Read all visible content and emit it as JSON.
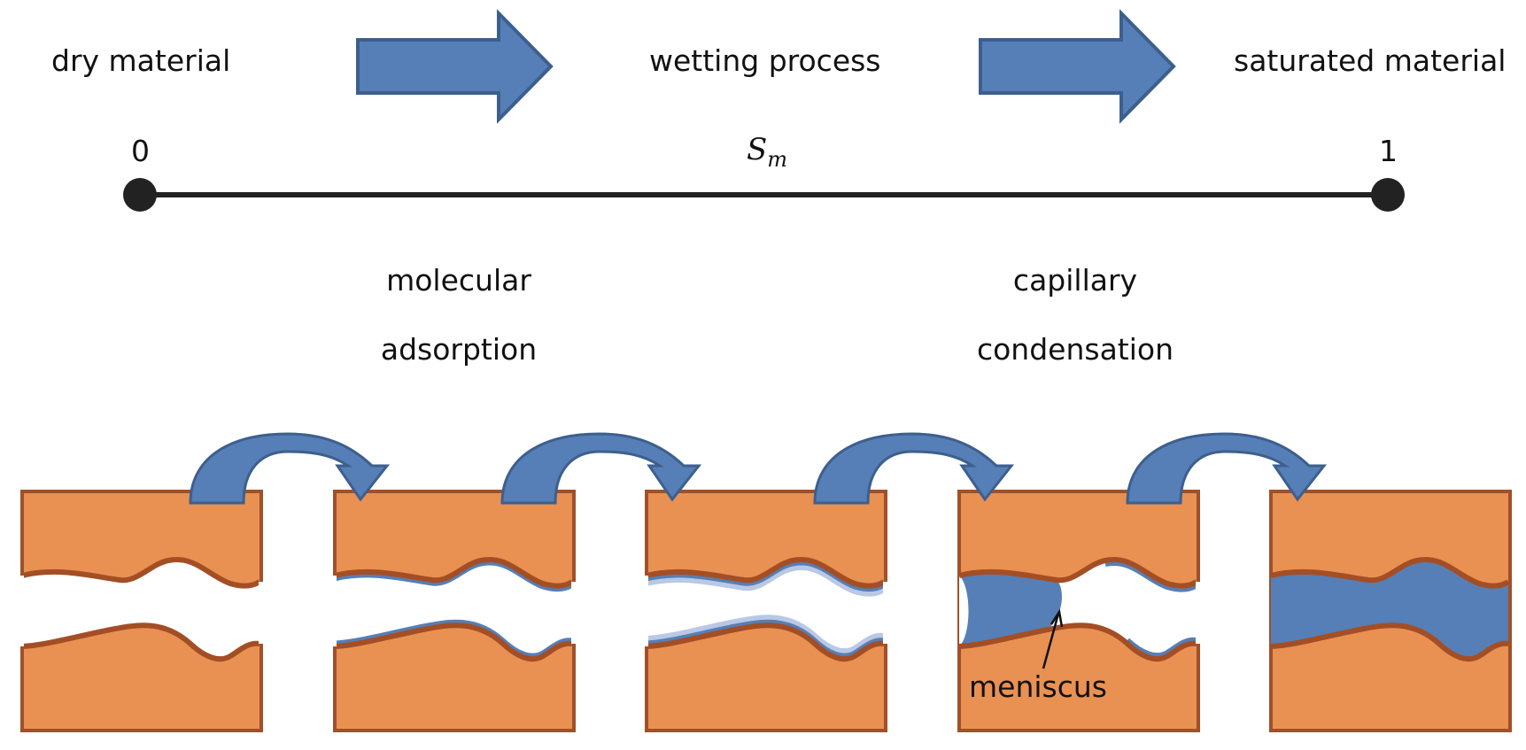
{
  "stages": {
    "start": "dry material",
    "middle": "wetting process",
    "end": "saturated material"
  },
  "axis": {
    "min_label": "0",
    "max_label": "1",
    "variable": "S",
    "variable_subscript": "m"
  },
  "mechanisms": {
    "first_line1": "molecular",
    "first_line2": "adsorption",
    "second_line1": "capillary",
    "second_line2": "condensation"
  },
  "annotation": {
    "meniscus": "meniscus"
  },
  "colors": {
    "solid": "#E99152",
    "solid_border": "#A0502A",
    "pore_wall": "#A44E25",
    "water": "#557FB6",
    "water_light": "#B9C8E4",
    "arrow_fill": "#557FB6",
    "arrow_stroke": "#3D5F8E",
    "axis_line": "#222222"
  }
}
